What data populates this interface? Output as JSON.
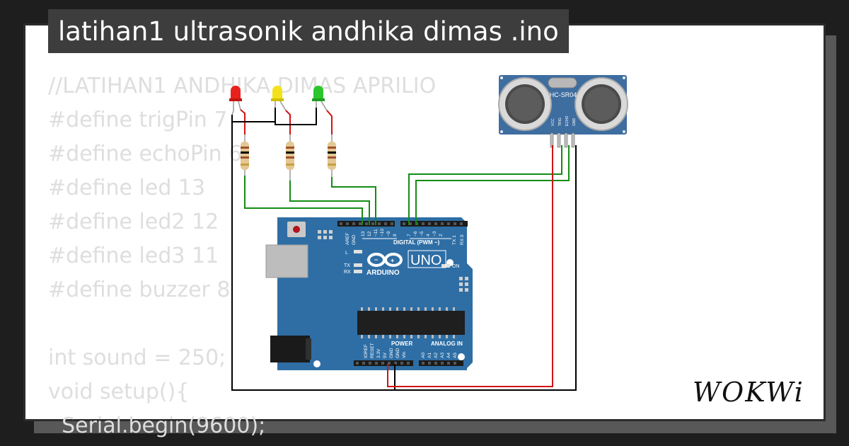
{
  "page": {
    "title": "latihan1 ultrasonik andhika dimas .ino",
    "logo_text": "WOKWi"
  },
  "code_lines": [
    "//LATIHAN1 ANDHIKA DIMAS APRILIO",
    "#define trigPin 7",
    "#define echoPin 6",
    "#define led 13",
    "#define led2 12",
    "#define led3 11",
    "#define buzzer 8",
    "",
    "int sound = 250;",
    "void setup(){",
    "  Serial.begin(9600);"
  ],
  "components": {
    "sensor_label": "HC-SR04",
    "sensor_pins": [
      "VCC",
      "TRIG",
      "ECHO",
      "GND"
    ],
    "board_brand": "ARDUINO",
    "board_model": "UNO",
    "digital_label": "DIGITAL (PWM ~)",
    "digital_pins": [
      "AREF",
      "GND",
      "13",
      "12",
      "~11",
      "~10",
      "~9",
      "8",
      "7",
      "~6",
      "~5",
      "4",
      "~3",
      "2",
      "TX 1",
      "RX 0"
    ],
    "power_label": "POWER",
    "power_pins": [
      "IOREF",
      "RESET",
      "3.3V",
      "5V",
      "GND",
      "GND",
      "Vin"
    ],
    "analog_label": "ANALOG IN",
    "analog_pins": [
      "A0",
      "A1",
      "A2",
      "A3",
      "A4",
      "A5"
    ],
    "led_l": "L",
    "led_tx": "TX",
    "led_rx": "RX",
    "led_on": "ON"
  },
  "colors": {
    "board": "#2e6ea5",
    "sensor": "#3e6da0",
    "led_red": "#e8211c",
    "led_yellow": "#f2e21b",
    "led_green": "#2cc52c",
    "wire_green": "#138d13",
    "wire_red": "#d21313",
    "wire_black": "#000000"
  }
}
